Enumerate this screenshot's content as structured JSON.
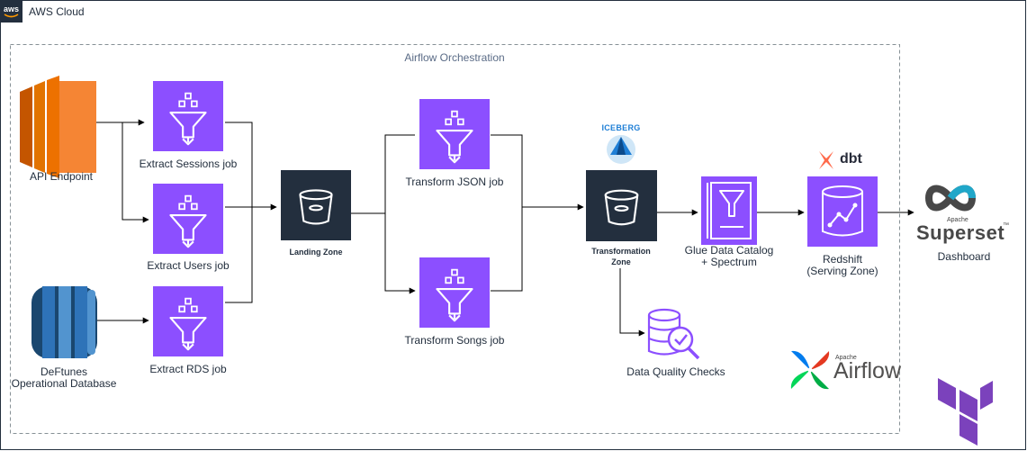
{
  "cloud": {
    "title": "AWS Cloud"
  },
  "orchestration": {
    "title": "Airflow Orchestration"
  },
  "sources": {
    "api": "API Endpoint",
    "db_line1": "DeFtunes",
    "db_line2": "Operational Database"
  },
  "jobs": {
    "sessions": "Extract Sessions job",
    "users": "Extract Users job",
    "rds": "Extract RDS job",
    "transform_json": "Transform JSON job",
    "transform_songs": "Transform Songs job"
  },
  "zones": {
    "landing": "Landing Zone",
    "transformation_line1": "Transformation",
    "transformation_line2": "Zone"
  },
  "services": {
    "glue_line1": "Glue Data Catalog",
    "glue_line2": "+ Spectrum",
    "redshift_line1": "Redshift",
    "redshift_line2": "(Serving Zone)",
    "data_quality": "Data Quality Checks",
    "dashboard": "Dashboard"
  },
  "logos": {
    "iceberg": "ICEBERG",
    "dbt": "dbt",
    "superset_apache": "Apache",
    "superset": "Superset",
    "superset_tm": "™",
    "airflow_apache": "Apache",
    "airflow": "Airflow"
  },
  "colors": {
    "job_purple": "#8c4fff",
    "bucket_dark": "#232f3e",
    "compute_orange": "#ed7100",
    "database_blue": "#2e73b8",
    "terraform_purple": "#7b42bc"
  },
  "icons": {
    "aws_logo": "aws-logo-icon",
    "ec2": "ec2-instance-icon",
    "rds": "rds-database-icon",
    "glue": "glue-job-icon",
    "s3": "s3-bucket-icon",
    "catalog": "glue-data-catalog-icon",
    "redshift": "redshift-icon",
    "quality": "data-quality-icon",
    "terraform": "terraform-icon"
  }
}
